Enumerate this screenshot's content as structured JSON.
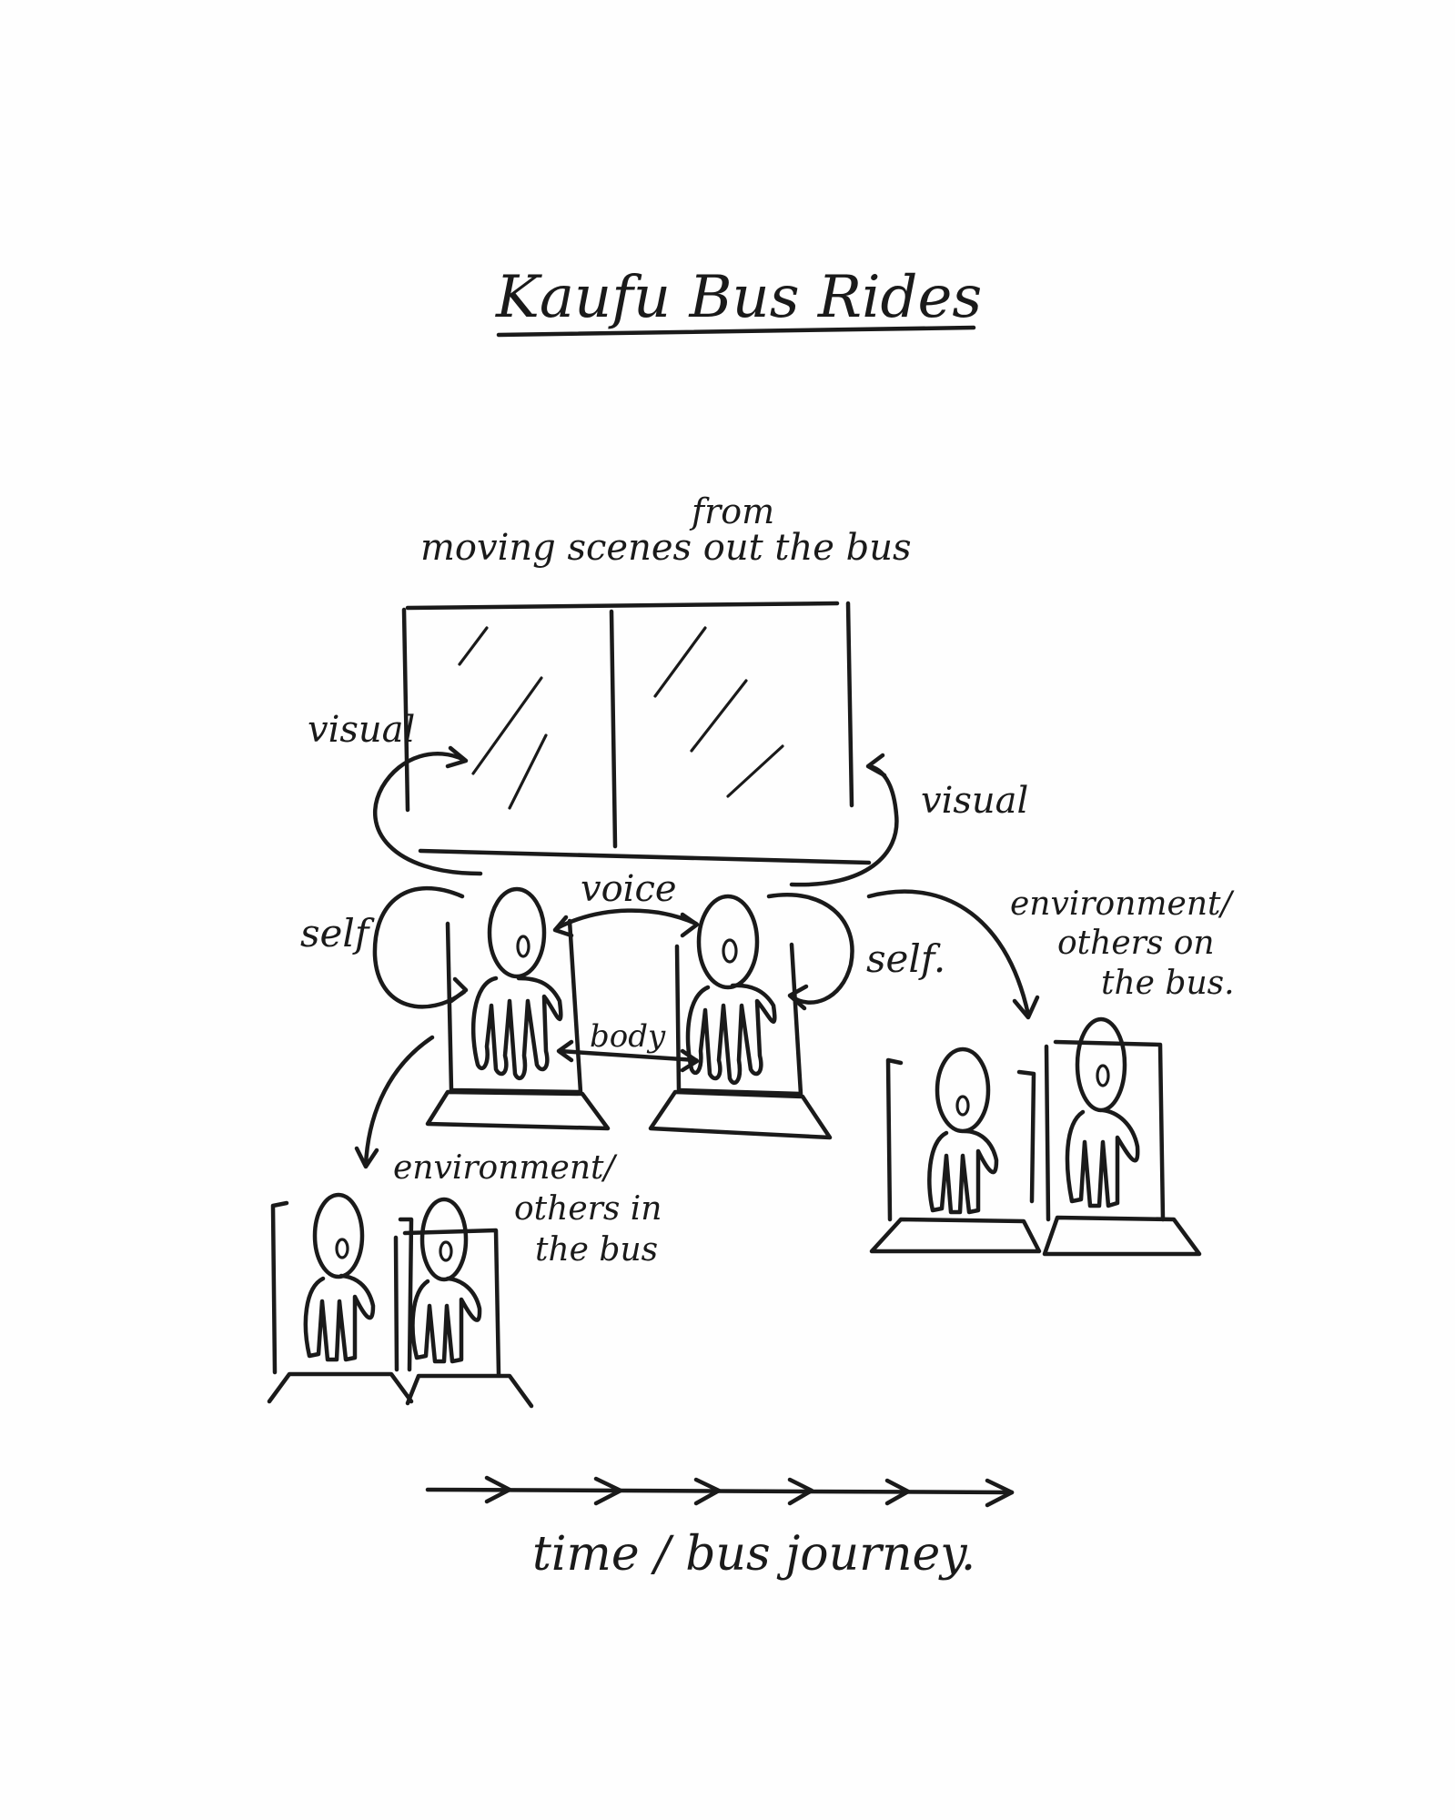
{
  "sketch": {
    "title": "Kaufu Bus Rides",
    "from_label": "from",
    "window_label": "moving scenes out the bus",
    "visual_left": "visual",
    "visual_right": "visual",
    "voice_label": "voice",
    "body_label": "body",
    "self_left": "self",
    "self_right": "self.",
    "env_right_1": "environment/",
    "env_right_2": "others on",
    "env_right_3": "the bus.",
    "env_left_1": "environment/",
    "env_left_2": "others in",
    "env_left_3": "the bus",
    "timeline_label": "time / bus journey."
  },
  "colors": {
    "ink": "#1a1a1a",
    "paper": "#fefefe"
  }
}
